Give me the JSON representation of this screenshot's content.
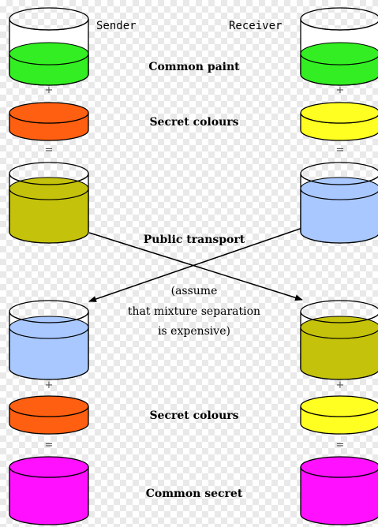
{
  "labels": {
    "sender": "Sender",
    "receiver": "Receiver",
    "common_paint": "Common paint",
    "secret_colours_top": "Secret colours",
    "public_transport": "Public transport",
    "note_line1": "(assume",
    "note_line2": "that mixture separation",
    "note_line3": "is expensive)",
    "secret_colours_bottom": "Secret colours",
    "common_secret": "Common secret"
  },
  "operators": {
    "plus": "+",
    "equals": "="
  },
  "colors": {
    "common_paint": "#33ee22",
    "sender_secret": "#ff5f10",
    "receiver_secret": "#ffff22",
    "sender_mix": "#c4c20a",
    "receiver_mix": "#a8c8ff",
    "common_secret": "#ff10ff",
    "outline": "#000000"
  }
}
